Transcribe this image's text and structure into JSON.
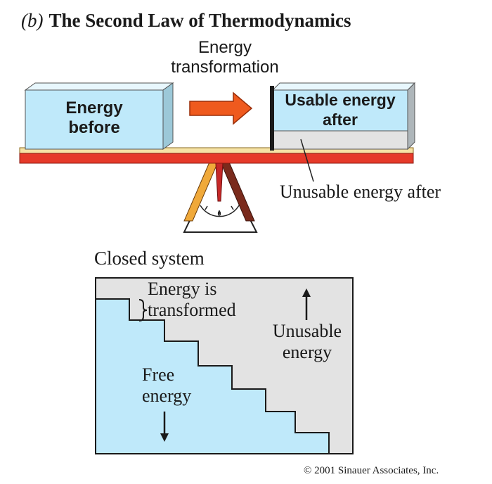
{
  "header": {
    "panel_label": "(b)",
    "title": "The Second Law of Thermodynamics"
  },
  "balance": {
    "transform_line1": "Energy",
    "transform_line2": "transformation",
    "box_before_line1": "Energy",
    "box_before_line2": "before",
    "box_after_line1": "Usable energy",
    "box_after_line2": "after",
    "unusable_label": "Unusable energy after",
    "scale_zero": "0"
  },
  "closed_system": {
    "title": "Closed system",
    "transformed_line1": "Energy is",
    "transformed_line2": "transformed",
    "unusable_line1": "Unusable",
    "unusable_line2": "energy",
    "free_line1": "Free",
    "free_line2": "energy"
  },
  "footer": {
    "copyright": "© 2001 Sinauer Associates, Inc."
  },
  "colors": {
    "box_blue": "#bfe9fa",
    "unusable_gray": "#e3e3e3",
    "beam_red": "#e63a2a",
    "beam_top": "#f6e3a6",
    "arrow_orange": "#ef5a1e"
  }
}
